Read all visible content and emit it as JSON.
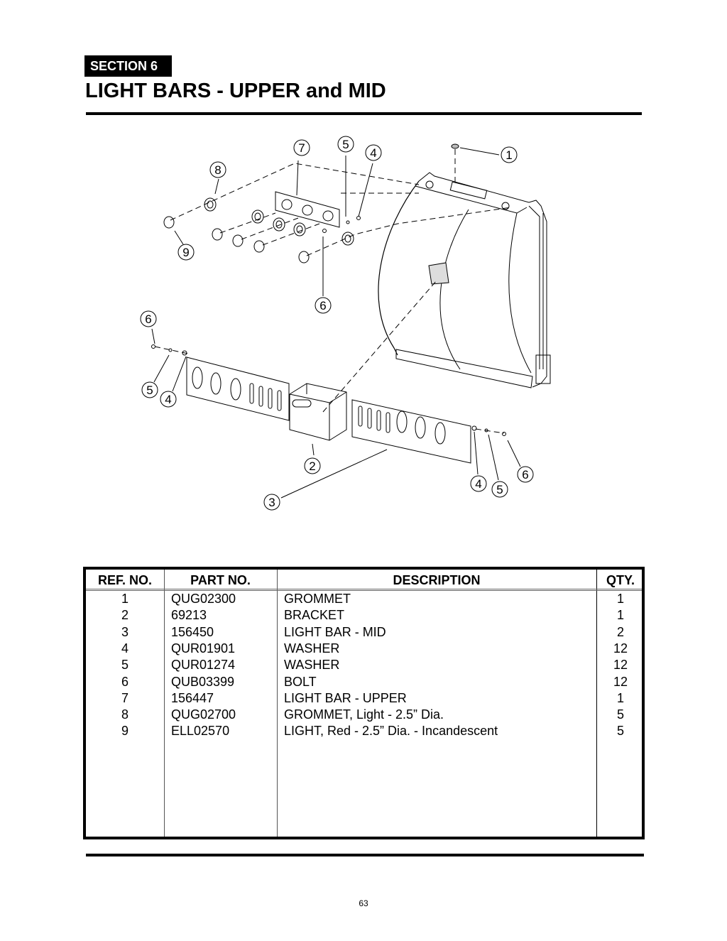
{
  "header": {
    "section_label": "SECTION 6",
    "title": "LIGHT BARS - UPPER and MID"
  },
  "diagram": {
    "callouts": [
      "1",
      "2",
      "3",
      "4",
      "5",
      "6",
      "7",
      "8",
      "9"
    ],
    "labels": {
      "c1": "1",
      "c2": "2",
      "c3": "3",
      "c4a": "4",
      "c4b": "4",
      "c4c": "4",
      "c5a": "5",
      "c5b": "5",
      "c5c": "5",
      "c6a": "6",
      "c6b": "6",
      "c6c": "6",
      "c7": "7",
      "c8": "8",
      "c9": "9"
    }
  },
  "parts_table": {
    "columns": [
      "REF. NO.",
      "PART NO.",
      "DESCRIPTION",
      "QTY."
    ],
    "rows": [
      {
        "ref": "1",
        "part": "QUG02300",
        "desc": "GROMMET",
        "qty": "1"
      },
      {
        "ref": "2",
        "part": "69213",
        "desc": "BRACKET",
        "qty": "1"
      },
      {
        "ref": "3",
        "part": "156450",
        "desc": "LIGHT BAR - MID",
        "qty": "2"
      },
      {
        "ref": "4",
        "part": "QUR01901",
        "desc": "WASHER",
        "qty": "12"
      },
      {
        "ref": "5",
        "part": "QUR01274",
        "desc": "WASHER",
        "qty": "12"
      },
      {
        "ref": "6",
        "part": "QUB03399",
        "desc": "BOLT",
        "qty": "12"
      },
      {
        "ref": "7",
        "part": "156447",
        "desc": "LIGHT BAR - UPPER",
        "qty": "1"
      },
      {
        "ref": "8",
        "part": "QUG02700",
        "desc": "GROMMET, Light - 2.5” Dia.",
        "qty": "5"
      },
      {
        "ref": "9",
        "part": "ELL02570",
        "desc": "LIGHT, Red - 2.5” Dia. - Incandescent",
        "qty": "5"
      }
    ]
  },
  "footer": {
    "page_number": "63"
  }
}
